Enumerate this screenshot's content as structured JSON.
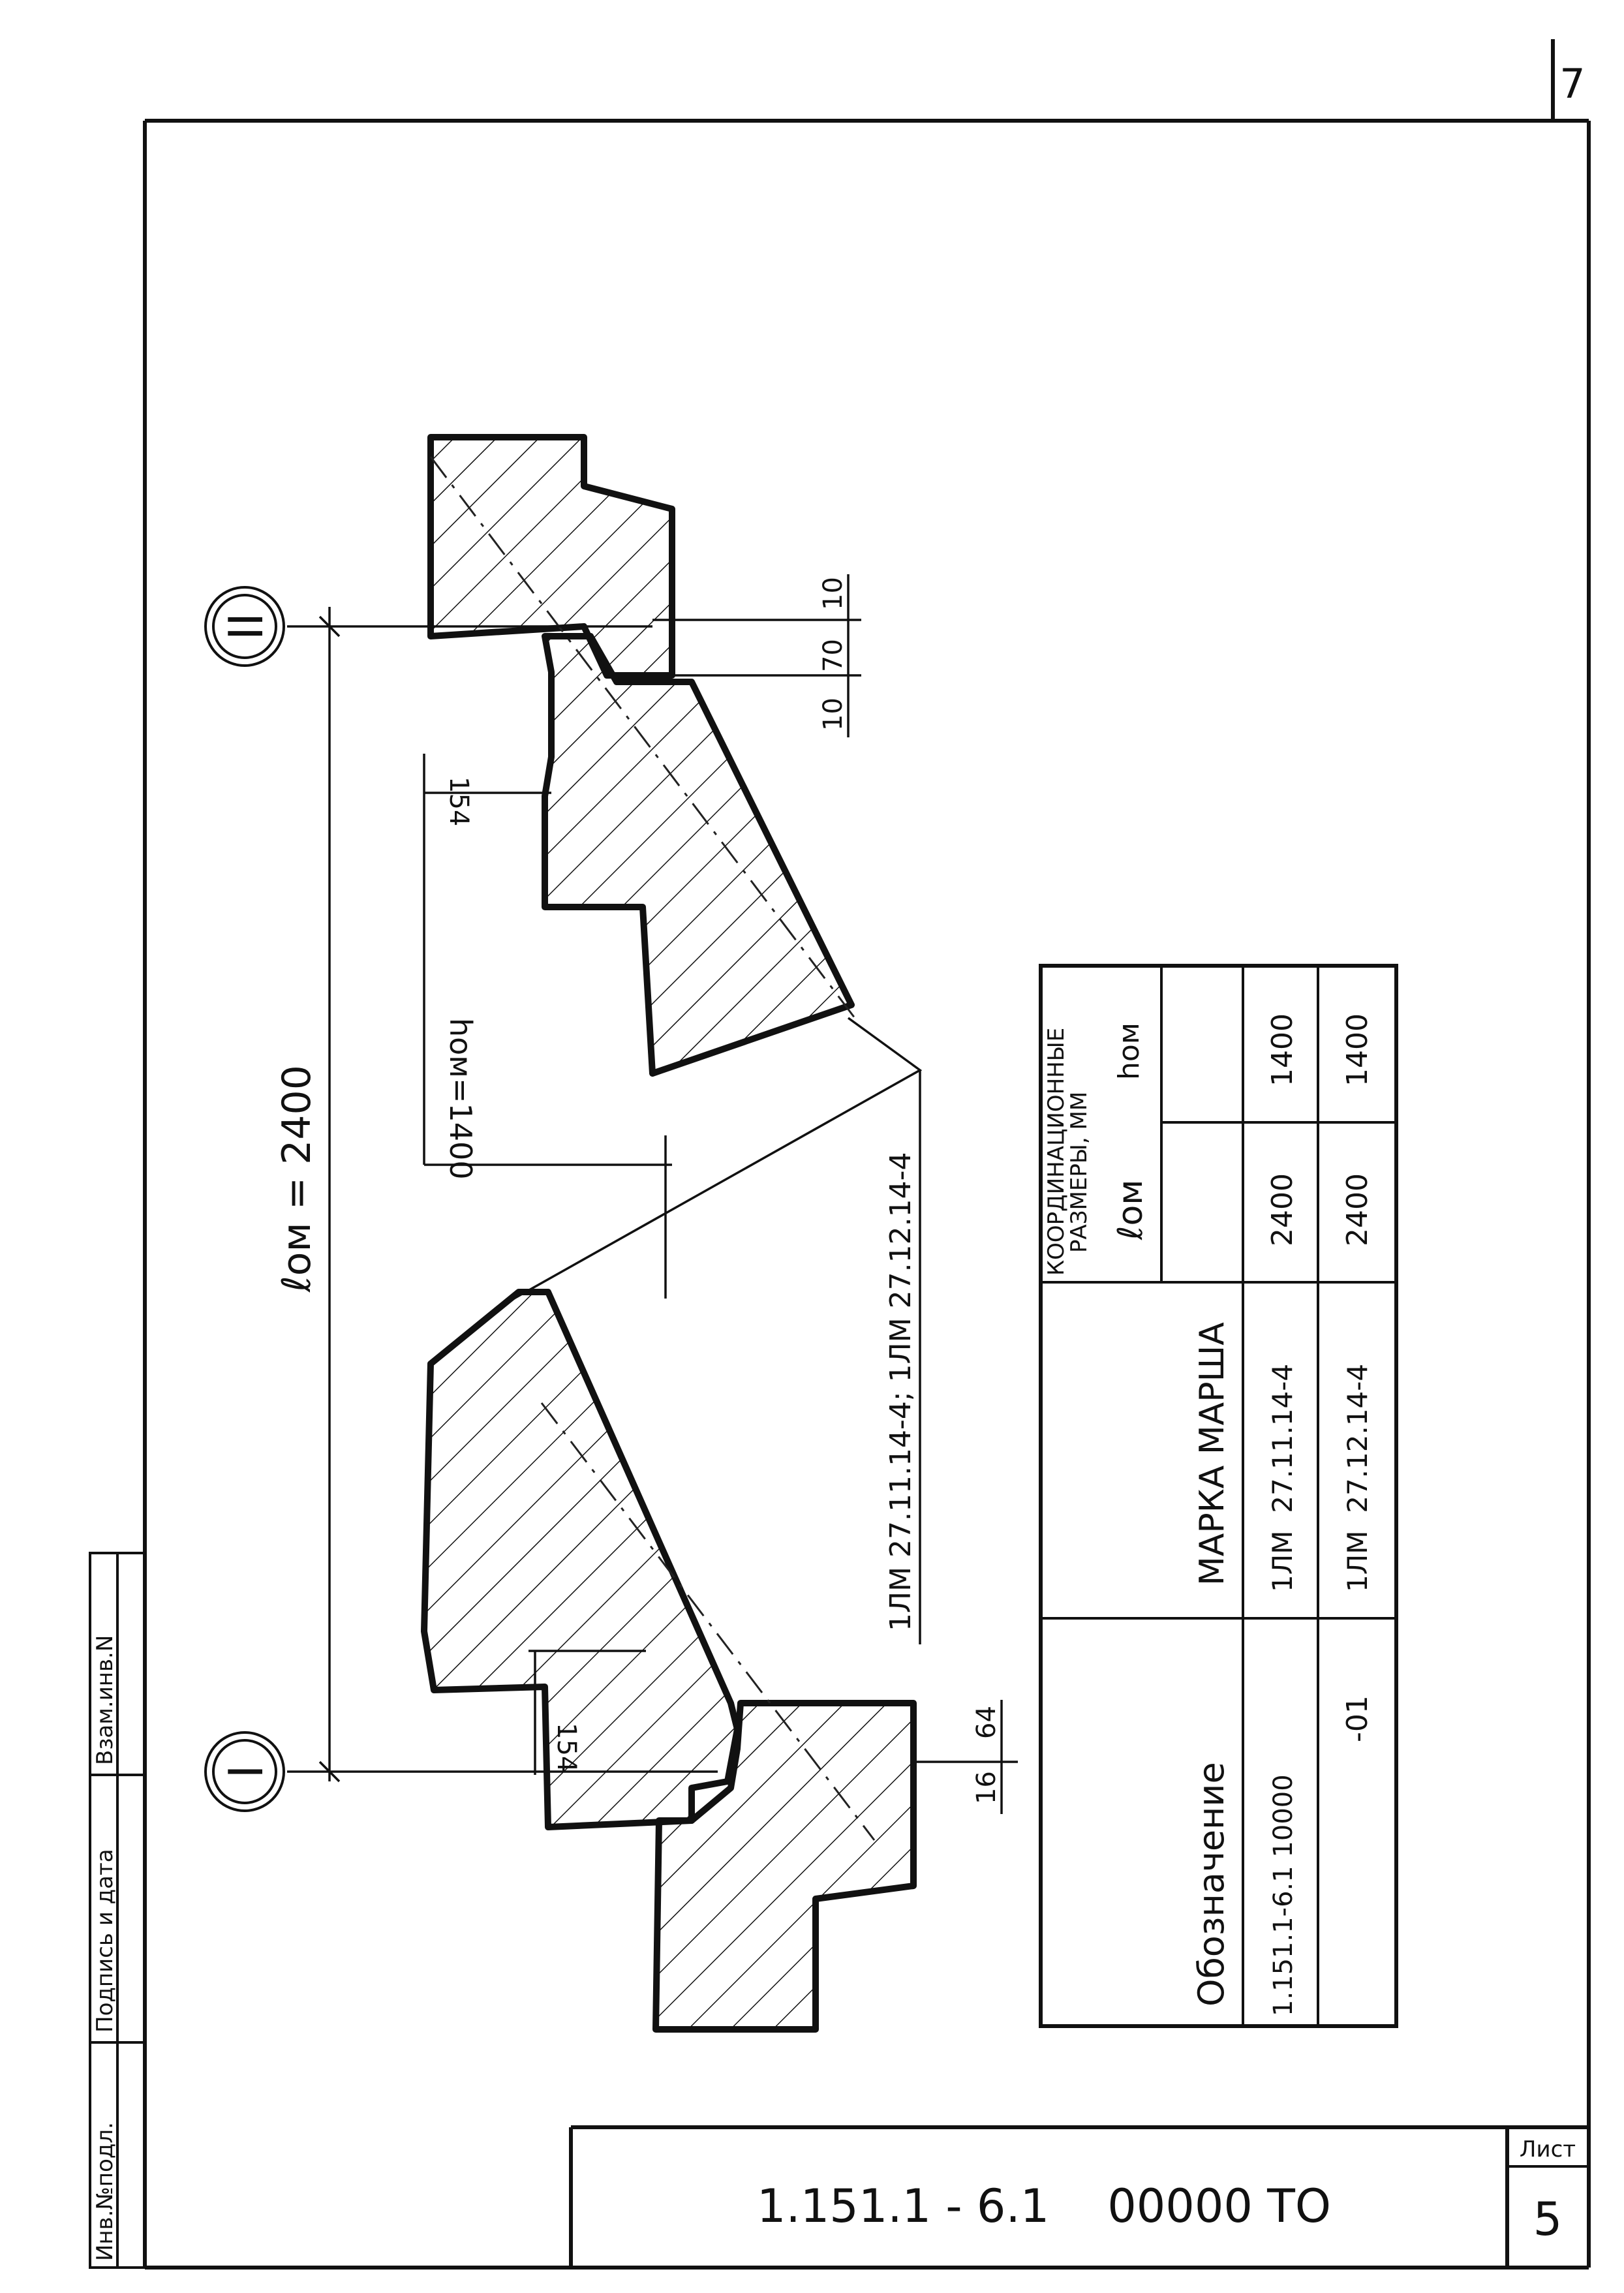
{
  "sheet": {
    "page_number": "7",
    "document_code": "1.151.1 - 6.1    00000 ТО",
    "sheet_label": "Лист",
    "sheet_number": "5"
  },
  "side_stamp": {
    "inv_podl": "Инв.№подл.",
    "sign_date": "Подпись и дата",
    "vzam_inv": "Взам.инв.N"
  },
  "drawing": {
    "section_left": "I",
    "section_right": "II",
    "dim_length": "ℓом = 2400",
    "dim_height": "hом=1400",
    "dim_154_left": "154",
    "dim_154_right": "154",
    "dim_16": "16",
    "dim_64": "64",
    "dim_10_a": "10",
    "dim_70": "70",
    "dim_10_b": "10",
    "leader_label": "1ЛМ 27.11.14-4; 1ЛМ 27.12.14-4"
  },
  "table": {
    "col_designation": "Обозначение",
    "col_mark": "МАРКА МАРША",
    "col_coord_line1": "КООРДИНАЦИОННЫЕ",
    "col_coord_line2": "РАЗМЕРЫ, ММ",
    "col_l": "ℓом",
    "col_h": "hом",
    "rows": [
      {
        "designation": "1.151.1-6.1 10000",
        "mark": "1ЛМ  27.11.14-4",
        "l": "2400",
        "h": "1400"
      },
      {
        "designation": "-01",
        "mark": "1ЛМ  27.12.14-4",
        "l": "2400",
        "h": "1400"
      }
    ]
  }
}
